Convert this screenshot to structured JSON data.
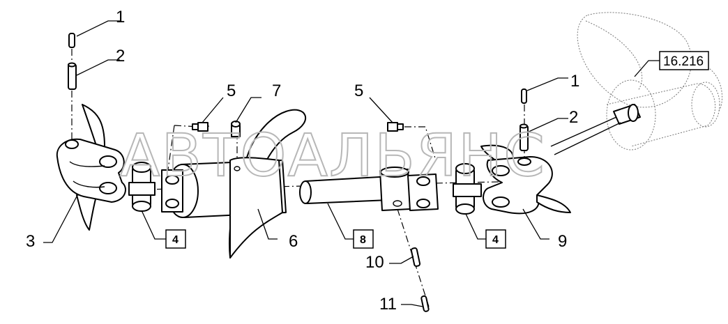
{
  "diagram": {
    "callouts": {
      "pin_1_left": "1",
      "sleeve_2_left": "2",
      "fork_yoke_left": "3",
      "cross_spider_left": "4",
      "grease_nipple_5_left": "5",
      "auger_tube": "6",
      "grease_nipple_7": "7",
      "drive_shaft": "8",
      "grease_nipple_5_right": "5",
      "pin_1_right": "1",
      "sleeve_2_right": "2",
      "cross_spider_right": "4",
      "fork_yoke_right": "9",
      "pin_10": "10",
      "pin_11": "11"
    },
    "reference_box": "16.216",
    "watermark": "АВТОАЛЬЯНС"
  }
}
